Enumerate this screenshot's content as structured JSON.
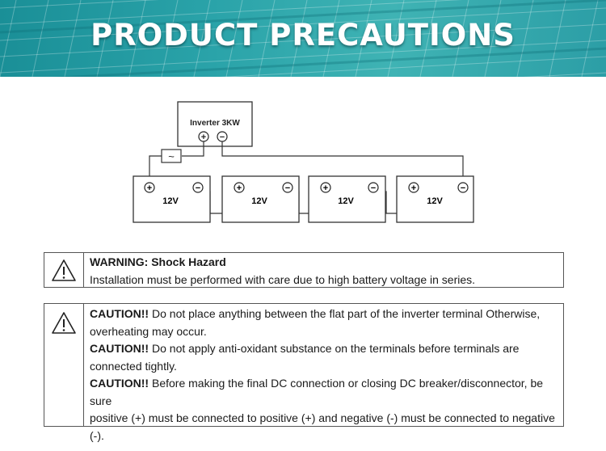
{
  "banner": {
    "title": "PRODUCT PRECAUTIONS",
    "bg": "#2aa3a9"
  },
  "diagram": {
    "inverter_label": "Inverter 3KW",
    "plus_symbol": "+",
    "minus_symbol": "−",
    "fuse_symbol": "~",
    "batteries": [
      {
        "label": "12V"
      },
      {
        "label": "12V"
      },
      {
        "label": "12V"
      },
      {
        "label": "12V"
      }
    ]
  },
  "warning": {
    "icon": "warning-triangle-icon",
    "title": "WARNING: Shock Hazard",
    "text": "Installation must be performed with care due to high battery voltage in series."
  },
  "caution": {
    "icon": "warning-triangle-icon",
    "items": [
      {
        "label": "CAUTION!!",
        "text": " Do not place anything between the flat part of the inverter terminal Otherwise,",
        "text2": "overheating may occur."
      },
      {
        "label": "CAUTION!!",
        "text": " Do not apply anti-oxidant substance on the terminals before terminals are",
        "text2": "connected tightly."
      },
      {
        "label": "CAUTION!!",
        "text": " Before making the final DC connection or closing DC breaker/disconnector, be sure",
        "text2": "positive (+) must be connected to positive (+) and negative (-) must be connected to  negative",
        "text3": "(-)."
      }
    ]
  }
}
